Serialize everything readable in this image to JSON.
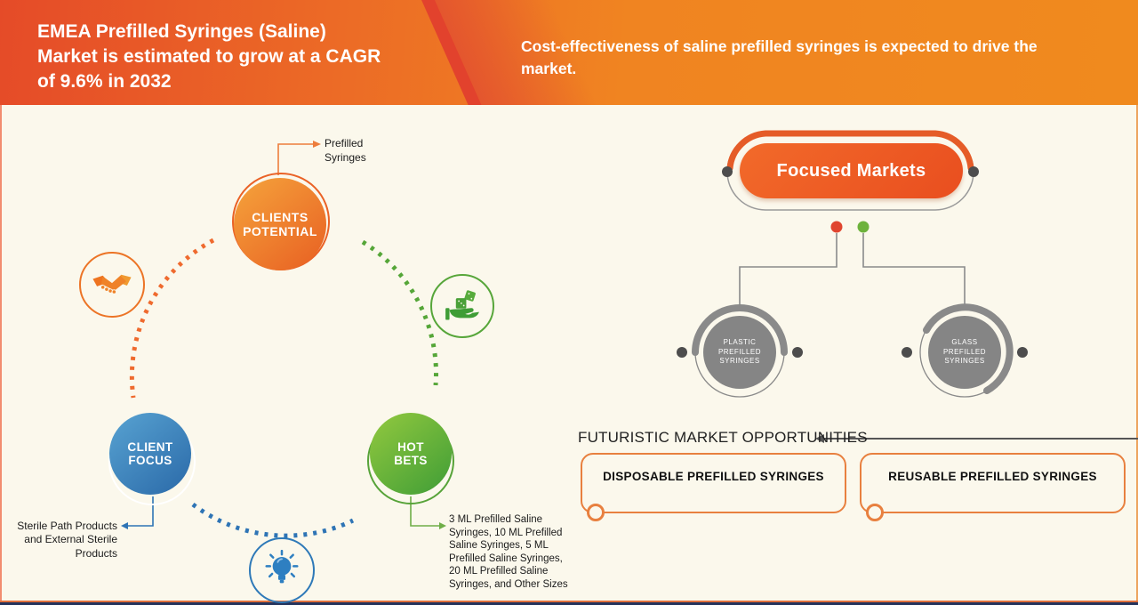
{
  "header": {
    "title": "EMEA Prefilled Syringes (Saline) Market is estimated to grow at a CAGR of 9.6% in 2032",
    "subtitle": "Cost-effectiveness of saline prefilled syringes is expected to drive the market."
  },
  "cycle": {
    "nodes": [
      {
        "id": "clients-potential",
        "label": "CLIENTS POTENTIAL",
        "color": "#ee6a25",
        "note": "Prefilled Syringes"
      },
      {
        "id": "client-focus",
        "label": "CLIENT FOCUS",
        "color": "#2e74b5",
        "note": "Sterile Path Products and External Sterile Products"
      },
      {
        "id": "hot-bets",
        "label": "HOT BETS",
        "color": "#5aa738",
        "note": "3 ML Prefilled Saline Syringes, 10 ML Prefilled Saline Syringes, 5 ML Prefilled Saline Syringes, 20 ML Prefilled Saline Syringes, and Other Sizes"
      }
    ],
    "icons": [
      "handshake-icon",
      "hand-dice-icon",
      "lightbulb-icon"
    ]
  },
  "focused_markets": {
    "title": "Focused Markets",
    "segments": [
      {
        "label": "PLASTIC PREFILLED SYRINGES",
        "dot_color": "#e0452f"
      },
      {
        "label": "GLASS PREFILLED SYRINGES",
        "dot_color": "#6db23c"
      }
    ]
  },
  "opportunities": {
    "title": "FUTURISTIC MARKET OPPORTUNITIES",
    "items": [
      {
        "label": "DISPOSABLE PREFILLED SYRINGES"
      },
      {
        "label": "REUSABLE PREFILLED SYRINGES"
      }
    ]
  },
  "colors": {
    "header_gradient_left": "#e54b28",
    "header_gradient_right": "#f08a1e",
    "background": "#fbf8ec",
    "accent_orange": "#ee6a25",
    "accent_blue": "#2e74b5",
    "accent_green": "#5aa738",
    "segment_gray": "#858585",
    "bottom_bar_navy": "#24335c"
  }
}
